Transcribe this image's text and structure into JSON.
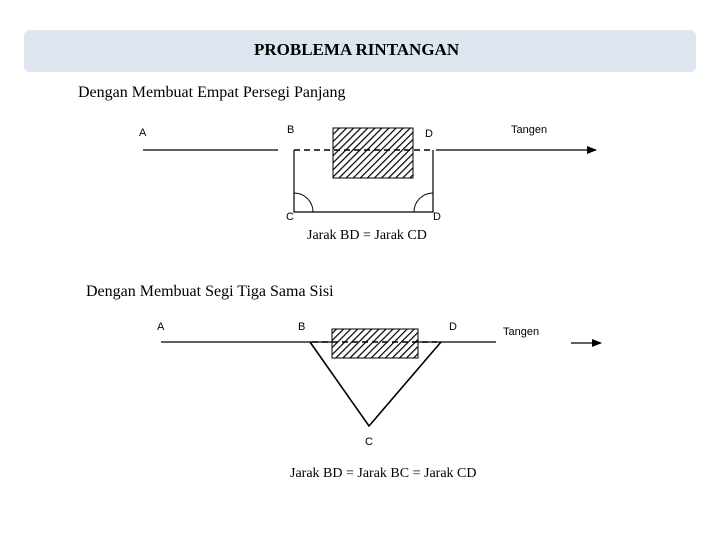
{
  "title": "PROBLEMA RINTANGAN",
  "section1": {
    "heading": "Dengan Membuat Empat Persegi Panjang",
    "labels": {
      "a": "A",
      "b": "B",
      "d_top": "D",
      "tangent": "Tangen",
      "c": "C",
      "d_bottom": "D"
    },
    "caption": "Jarak BD = Jarak CD"
  },
  "section2": {
    "heading": "Dengan Membuat Segi Tiga Sama Sisi",
    "labels": {
      "a": "A",
      "b": "B",
      "d": "D",
      "tangent": "Tangen",
      "c": "C"
    },
    "caption": "Jarak BD = Jarak BC = Jarak CD"
  },
  "colors": {
    "title_bar": "#dde5ef",
    "line": "#000000"
  }
}
